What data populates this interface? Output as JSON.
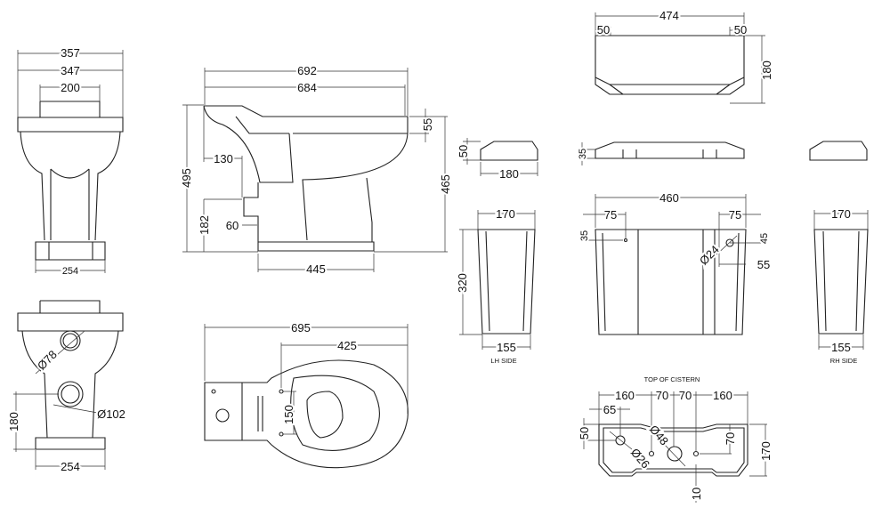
{
  "front_view": {
    "overall_width": "357",
    "rim_width": "347",
    "inlet_width": "200",
    "base_width": "254"
  },
  "side_view": {
    "overall_length": "692",
    "bowl_length": "684",
    "rim_depth": "55",
    "overall_height": "495",
    "rim_height": "465",
    "outlet_setback": "130",
    "outlet_height": "182",
    "outlet_projection": "60",
    "base_length": "445"
  },
  "cistern_lid": {
    "width": "474",
    "left_inset": "50",
    "right_inset": "50",
    "depth": "180",
    "side_height": "50",
    "side_depth": "180",
    "front_height": "35"
  },
  "cistern_lh_side": {
    "top_width": "170",
    "height": "320",
    "bottom_width": "155",
    "label": "LH SIDE"
  },
  "cistern_front": {
    "width": "460",
    "left_offset": "75",
    "right_offset": "75",
    "hole_top": "35",
    "hole_top_right": "45",
    "hole_side": "55",
    "hole_diameter": "Ø24"
  },
  "cistern_rh_side": {
    "top_width": "170",
    "bottom_width": "155",
    "label": "RH SIDE"
  },
  "plan_view": {
    "overall_length": "695",
    "pan_length": "425",
    "seat_fixing_centres": "150"
  },
  "rear_view": {
    "inlet_diameter": "Ø78",
    "outlet_diameter": "Ø102",
    "outlet_height": "180",
    "base_width": "254"
  },
  "cistern_top": {
    "label": "TOP OF CISTERN",
    "dim_160_left": "160",
    "dim_70_left": "70",
    "dim_70_right": "70",
    "dim_160_right": "160",
    "dim_65": "65",
    "dim_50": "50",
    "hole_large": "Ø48",
    "hole_small": "Ø26",
    "dim_70_depth": "70",
    "depth": "170",
    "dim_10": "10"
  }
}
